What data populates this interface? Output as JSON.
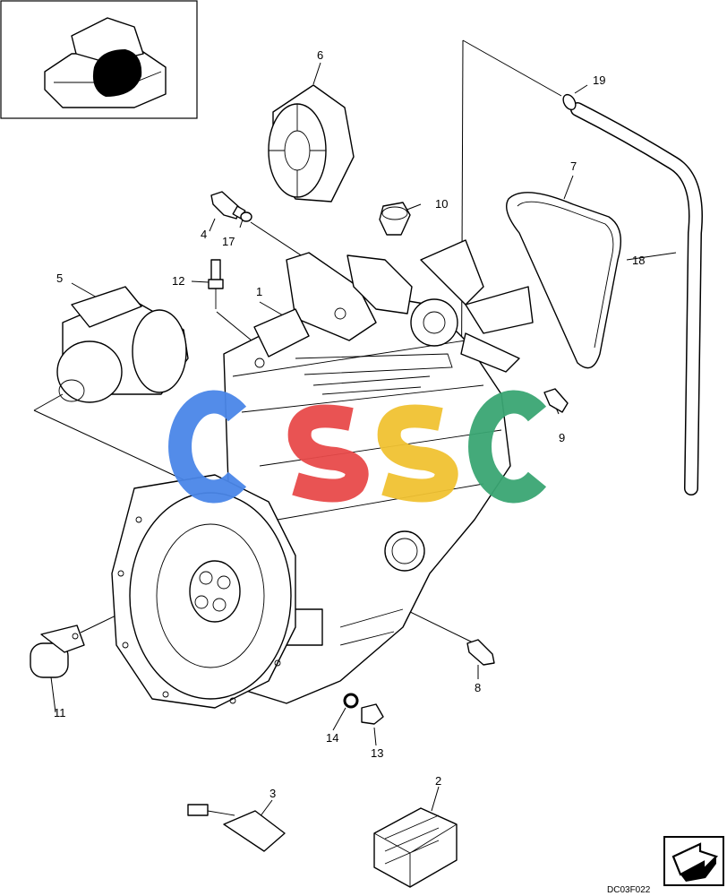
{
  "callouts": [
    {
      "id": "c1",
      "label": "1"
    },
    {
      "id": "c2",
      "label": "2"
    },
    {
      "id": "c3",
      "label": "3"
    },
    {
      "id": "c4",
      "label": "4"
    },
    {
      "id": "c5",
      "label": "5"
    },
    {
      "id": "c6",
      "label": "6"
    },
    {
      "id": "c7",
      "label": "7"
    },
    {
      "id": "c8",
      "label": "8"
    },
    {
      "id": "c9",
      "label": "9"
    },
    {
      "id": "c10",
      "label": "10"
    },
    {
      "id": "c11",
      "label": "11"
    },
    {
      "id": "c12",
      "label": "12"
    },
    {
      "id": "c13",
      "label": "13"
    },
    {
      "id": "c14",
      "label": "14"
    },
    {
      "id": "c17",
      "label": "17"
    },
    {
      "id": "c18",
      "label": "18"
    },
    {
      "id": "c19",
      "label": "19"
    }
  ],
  "drawing_code": "DC03F022",
  "watermark": {
    "text": "CSSC",
    "colors": [
      "#4a86e8",
      "#e84a4a",
      "#f1c232",
      "#3aa673"
    ]
  },
  "navigation_icon": "next-page-arrow-icon"
}
